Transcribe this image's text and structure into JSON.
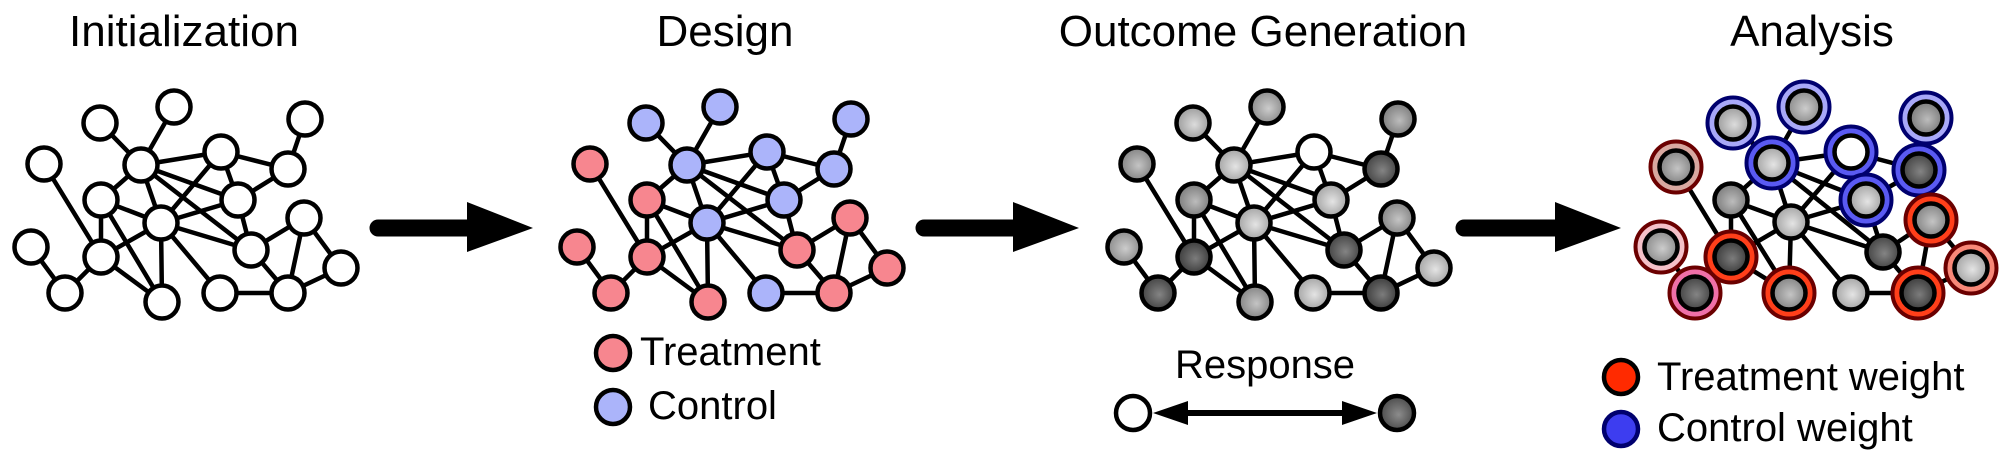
{
  "panels": [
    {
      "id": "init",
      "title": "Initialization"
    },
    {
      "id": "design",
      "title": "Design"
    },
    {
      "id": "outcome",
      "title": "Outcome Generation"
    },
    {
      "id": "analysis",
      "title": "Analysis"
    }
  ],
  "design_legend": {
    "treatment_label": "Treatment",
    "control_label": "Control"
  },
  "outcome_legend": {
    "label": "Response"
  },
  "analysis_legend": {
    "treatment_weight_label": "Treatment weight",
    "control_weight_label": "Control weight"
  },
  "colors": {
    "treatment": "#F7868F",
    "control": "#ABB4FA",
    "treatment_weight": "#FF2A00",
    "control_weight": "#3D3DF0",
    "treatment_ring_stroke": "#6B0000",
    "control_ring_stroke": "#00006E"
  },
  "graph": {
    "node_count": 19,
    "edges": [
      [
        0,
        12
      ],
      [
        1,
        3
      ],
      [
        2,
        3
      ],
      [
        3,
        4
      ],
      [
        3,
        7
      ],
      [
        3,
        8
      ],
      [
        3,
        9
      ],
      [
        3,
        13
      ],
      [
        4,
        6
      ],
      [
        4,
        8
      ],
      [
        4,
        9
      ],
      [
        5,
        6
      ],
      [
        6,
        9
      ],
      [
        7,
        8
      ],
      [
        7,
        12
      ],
      [
        7,
        16
      ],
      [
        8,
        9
      ],
      [
        8,
        12
      ],
      [
        8,
        13
      ],
      [
        8,
        16
      ],
      [
        8,
        17
      ],
      [
        9,
        13
      ],
      [
        10,
        13
      ],
      [
        10,
        14
      ],
      [
        10,
        18
      ],
      [
        11,
        15
      ],
      [
        12,
        15
      ],
      [
        12,
        16
      ],
      [
        13,
        18
      ],
      [
        14,
        18
      ],
      [
        17,
        18
      ]
    ],
    "assignment": [
      "T",
      "C",
      "C",
      "C",
      "C",
      "C",
      "C",
      "T",
      "C",
      "C",
      "T",
      "T",
      "T",
      "T",
      "T",
      "T",
      "T",
      "C",
      "T"
    ],
    "response": [
      0.4,
      0.25,
      0.35,
      0.2,
      0.0,
      0.45,
      0.8,
      0.45,
      0.2,
      0.2,
      0.4,
      0.35,
      0.85,
      0.8,
      0.2,
      0.8,
      0.4,
      0.2,
      0.85
    ],
    "analysis_weights": [
      {
        "group": "T",
        "w": 0.25
      },
      {
        "group": "C",
        "w": 0.45
      },
      {
        "group": "C",
        "w": 0.45
      },
      {
        "group": "C",
        "w": 0.85
      },
      {
        "group": "C",
        "w": 0.85
      },
      {
        "group": "C",
        "w": 0.45
      },
      {
        "group": "C",
        "w": 0.85
      },
      {
        "group": "none",
        "w": 0
      },
      {
        "group": "none",
        "w": 0
      },
      {
        "group": "C",
        "w": 0.85
      },
      {
        "group": "T",
        "w": 0.9
      },
      {
        "group": "T",
        "w": 0.2
      },
      {
        "group": "T",
        "w": 0.9
      },
      {
        "group": "none",
        "w": 0
      },
      {
        "group": "T",
        "w": 0.5
      },
      {
        "group": "T",
        "w": 0.6
      },
      {
        "group": "T",
        "w": 0.9
      },
      {
        "group": "none",
        "w": 0
      },
      {
        "group": "T",
        "w": 0.9
      }
    ]
  }
}
